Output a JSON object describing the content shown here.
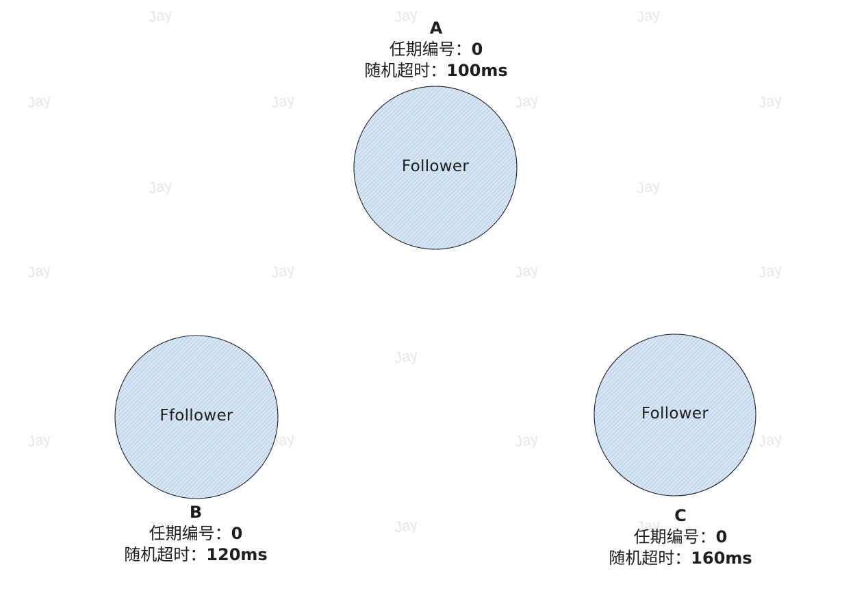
{
  "watermark": "Jay",
  "nodes": [
    {
      "name": "A",
      "state": "Follower",
      "term_label": "任期编号：",
      "term_value": "0",
      "timeout_label": "随机超时：",
      "timeout_value": "100ms"
    },
    {
      "name": "B",
      "state": "Ffollower",
      "term_label": "任期编号：",
      "term_value": "0",
      "timeout_label": "随机超时：",
      "timeout_value": "120ms"
    },
    {
      "name": "C",
      "state": "Follower",
      "term_label": "任期编号：",
      "term_value": "0",
      "timeout_label": "随机超时：",
      "timeout_value": "160ms"
    }
  ],
  "colors": {
    "circle_fill": "#dbe9f7",
    "hatch_line": "#a8c4e4",
    "stroke": "#1e1e1e",
    "watermark": "#e6e6e6"
  }
}
